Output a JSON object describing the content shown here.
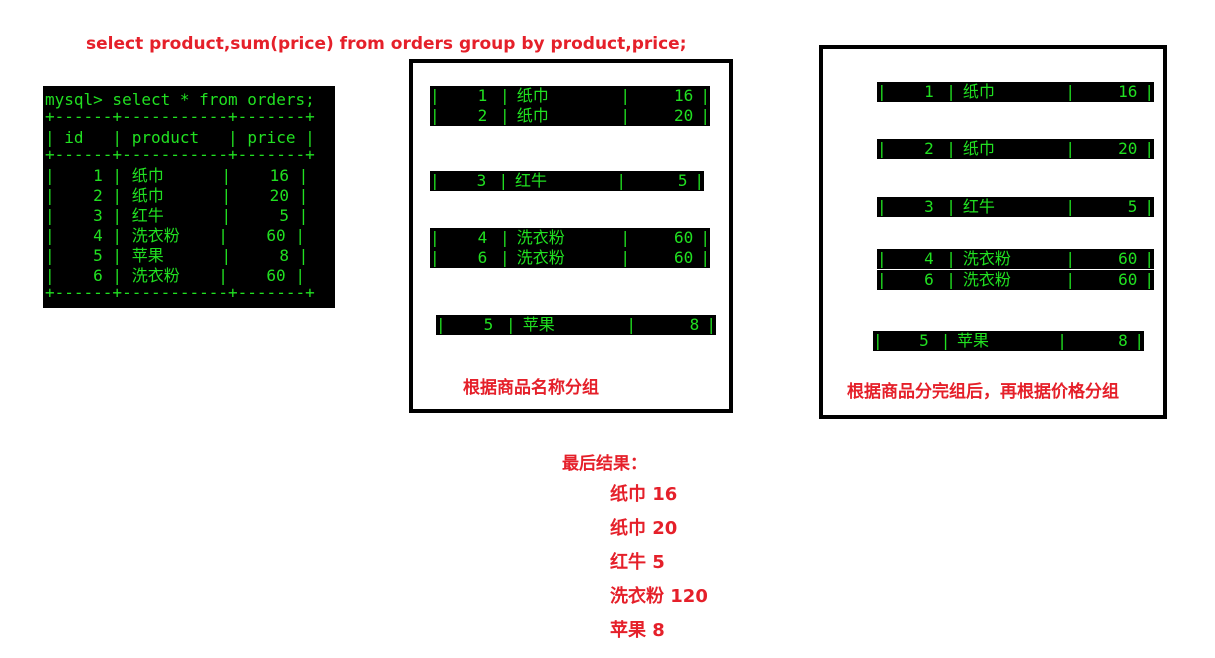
{
  "sql": "select product,sum(price) from orders group by product,price;",
  "terminal": {
    "command": "mysql> select * from orders;",
    "separator": "+------+-----------+-------+",
    "headers": [
      "id",
      "product",
      "price"
    ],
    "rows": [
      {
        "id": "1",
        "product": "纸巾",
        "price": "16"
      },
      {
        "id": "2",
        "product": "纸巾",
        "price": "20"
      },
      {
        "id": "3",
        "product": "红牛",
        "price": "5"
      },
      {
        "id": "4",
        "product": "洗衣粉",
        "price": "60"
      },
      {
        "id": "5",
        "product": "苹果",
        "price": "8"
      },
      {
        "id": "6",
        "product": "洗衣粉",
        "price": "60"
      }
    ]
  },
  "group_by_product": {
    "caption": "根据商品名称分组",
    "groups": [
      [
        {
          "id": "1",
          "product": "纸巾",
          "price": "16"
        },
        {
          "id": "2",
          "product": "纸巾",
          "price": "20"
        }
      ],
      [
        {
          "id": "3",
          "product": "红牛",
          "price": "5"
        }
      ],
      [
        {
          "id": "4",
          "product": "洗衣粉",
          "price": "60"
        },
        {
          "id": "6",
          "product": "洗衣粉",
          "price": "60"
        }
      ],
      [
        {
          "id": "5",
          "product": "苹果",
          "price": "8"
        }
      ]
    ]
  },
  "group_by_product_price": {
    "caption": "根据商品分完组后，再根据价格分组",
    "groups": [
      [
        {
          "id": "1",
          "product": "纸巾",
          "price": "16"
        }
      ],
      [
        {
          "id": "2",
          "product": "纸巾",
          "price": "20"
        }
      ],
      [
        {
          "id": "3",
          "product": "红牛",
          "price": "5"
        }
      ],
      [
        {
          "id": "4",
          "product": "洗衣粉",
          "price": "60"
        },
        {
          "id": "6",
          "product": "洗衣粉",
          "price": "60"
        }
      ],
      [
        {
          "id": "5",
          "product": "苹果",
          "price": "8"
        }
      ]
    ]
  },
  "result": {
    "heading": "最后结果：",
    "items": [
      "纸巾 16",
      "纸巾 20",
      "红牛 5",
      "洗衣粉 120",
      "苹果 8"
    ]
  },
  "colors": {
    "accent_red": "#e5202a",
    "terminal_green": "#21e021",
    "terminal_bg": "#000000"
  }
}
